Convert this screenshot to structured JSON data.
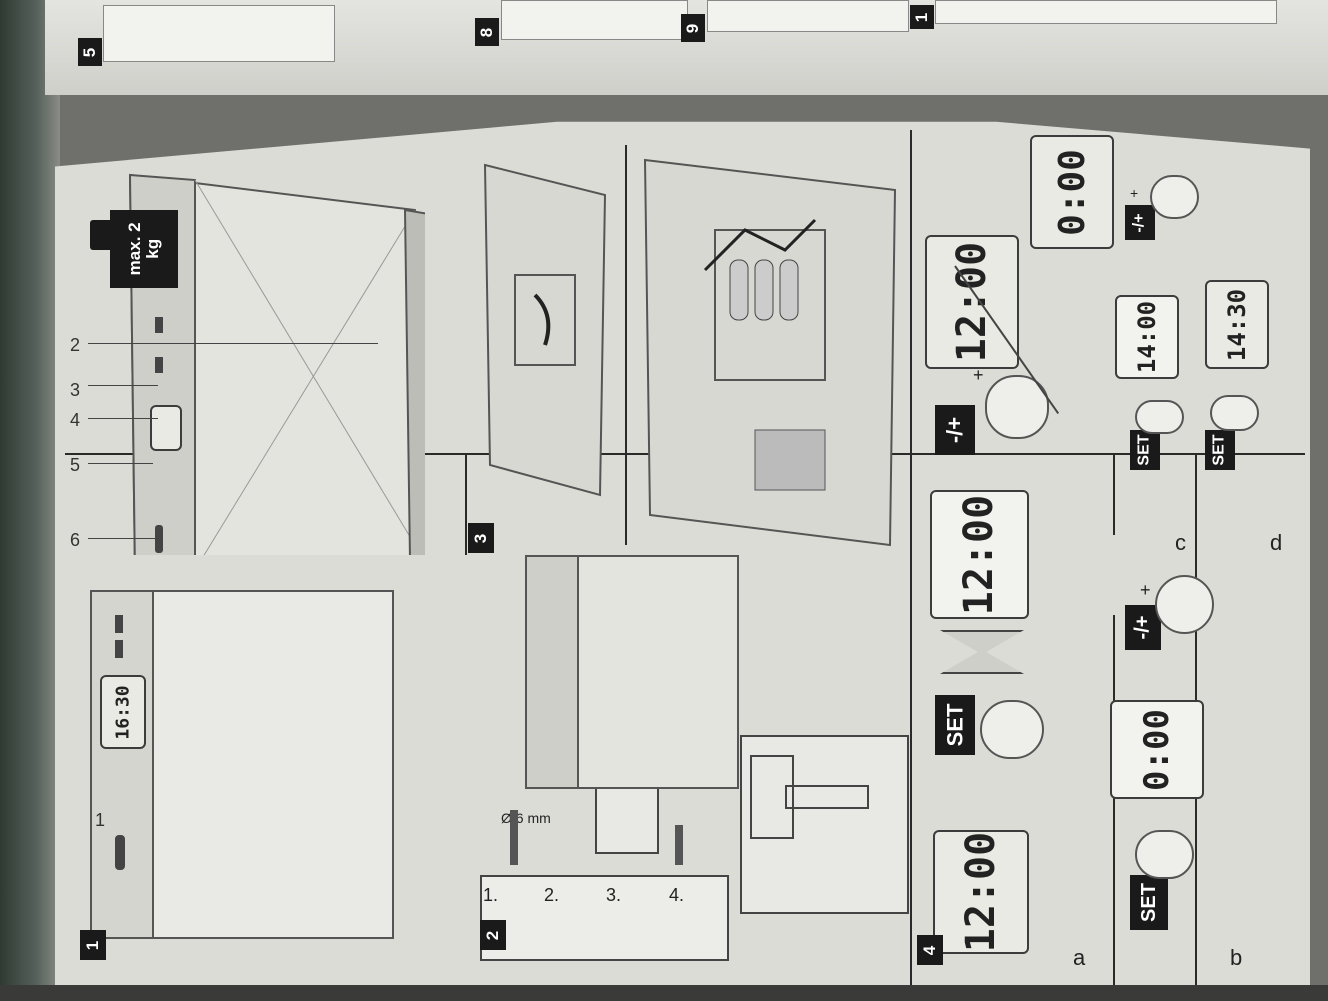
{
  "back_page": {
    "badges": [
      "5",
      "8",
      "9",
      "1"
    ]
  },
  "panels": {
    "p1": {
      "badge": "1",
      "display_time": "16:30",
      "callouts": [
        "1",
        "6",
        "5",
        "4",
        "3",
        "2"
      ],
      "weight_icon": "weight-icon",
      "max_label": "max. 2 kg"
    },
    "p2": {
      "badge": "2",
      "steps": [
        "1.",
        "2.",
        "3.",
        "4."
      ],
      "drill_size": "Ø 6 mm"
    },
    "p3": {
      "badge": "3"
    },
    "p4": {
      "badge": "4",
      "row_letters": [
        "a",
        "b",
        "c",
        "d"
      ],
      "set_label": "SET",
      "plusminus_label": "-/+",
      "plus_sign": "+",
      "a_time_1": "12:00",
      "a_time_2": "12:00",
      "a_time_3": "12:00",
      "a_time_4": "0:00",
      "b_time": "0:00",
      "c_time": "14:00",
      "d_time": "14:30"
    }
  },
  "colors": {
    "page": "#dcdcd7",
    "ink": "#1a1a1a",
    "background": "#6f6f6b"
  }
}
